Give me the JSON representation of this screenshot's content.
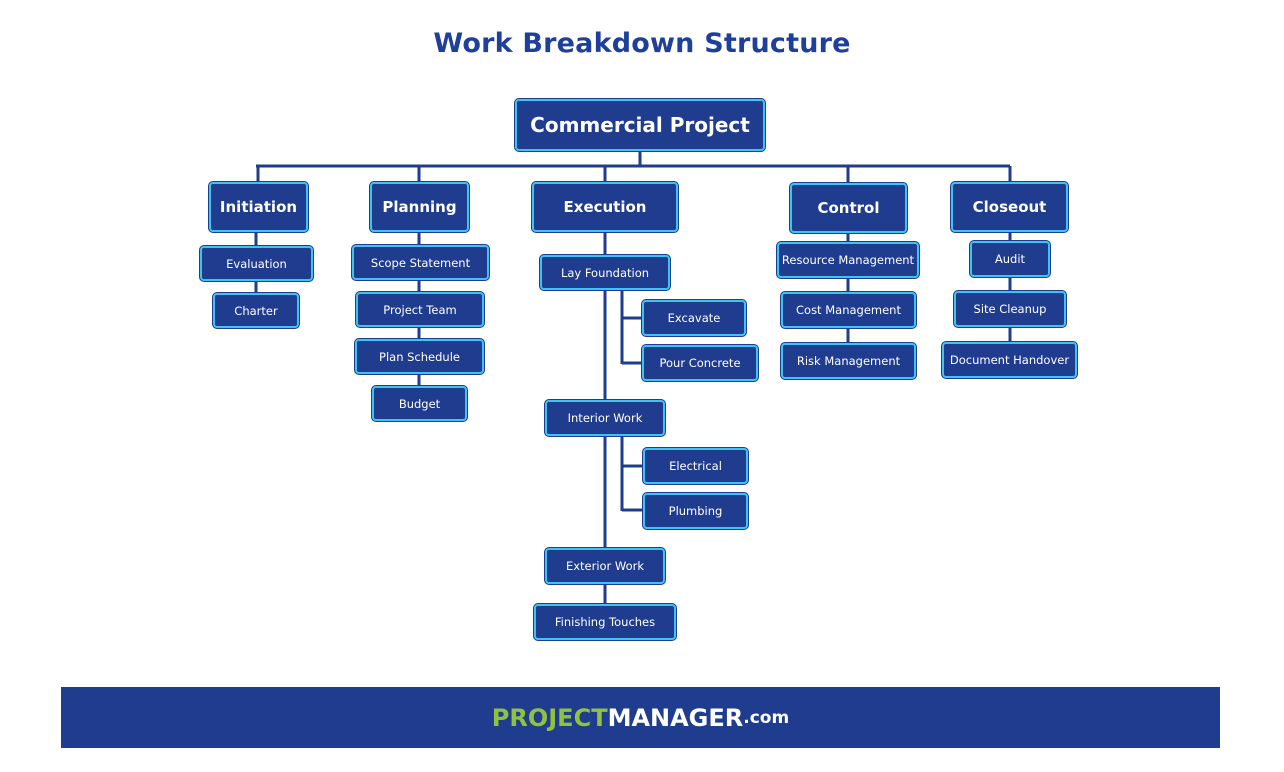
{
  "title": "Work Breakdown Structure",
  "root": "Commercial Project",
  "phases": {
    "initiation": {
      "label": "Initiation",
      "items": [
        "Evaluation",
        "Charter"
      ]
    },
    "planning": {
      "label": "Planning",
      "items": [
        "Scope Statement",
        "Project Team",
        "Plan Schedule",
        "Budget"
      ]
    },
    "execution": {
      "label": "Execution",
      "lay_foundation": "Lay Foundation",
      "lay_foundation_items": [
        "Excavate",
        "Pour Concrete"
      ],
      "interior_work": "Interior Work",
      "interior_work_items": [
        "Electrical",
        "Plumbing"
      ],
      "exterior_work": "Exterior Work",
      "finishing_touches": "Finishing Touches"
    },
    "control": {
      "label": "Control",
      "items": [
        "Resource Management",
        "Cost Management",
        "Risk Management"
      ]
    },
    "closeout": {
      "label": "Closeout",
      "items": [
        "Audit",
        "Site Cleanup",
        "Document Handover"
      ]
    }
  },
  "footer": {
    "brand_part1": "PROJECT",
    "brand_part2": "MANAGER",
    "brand_suffix": ".com"
  },
  "colors": {
    "title": "#1e3f9a",
    "box_fill": "#1f3c8f",
    "box_border": "#3ec3f2",
    "line": "#1f3c8f",
    "brand_green": "#8fc23f"
  }
}
